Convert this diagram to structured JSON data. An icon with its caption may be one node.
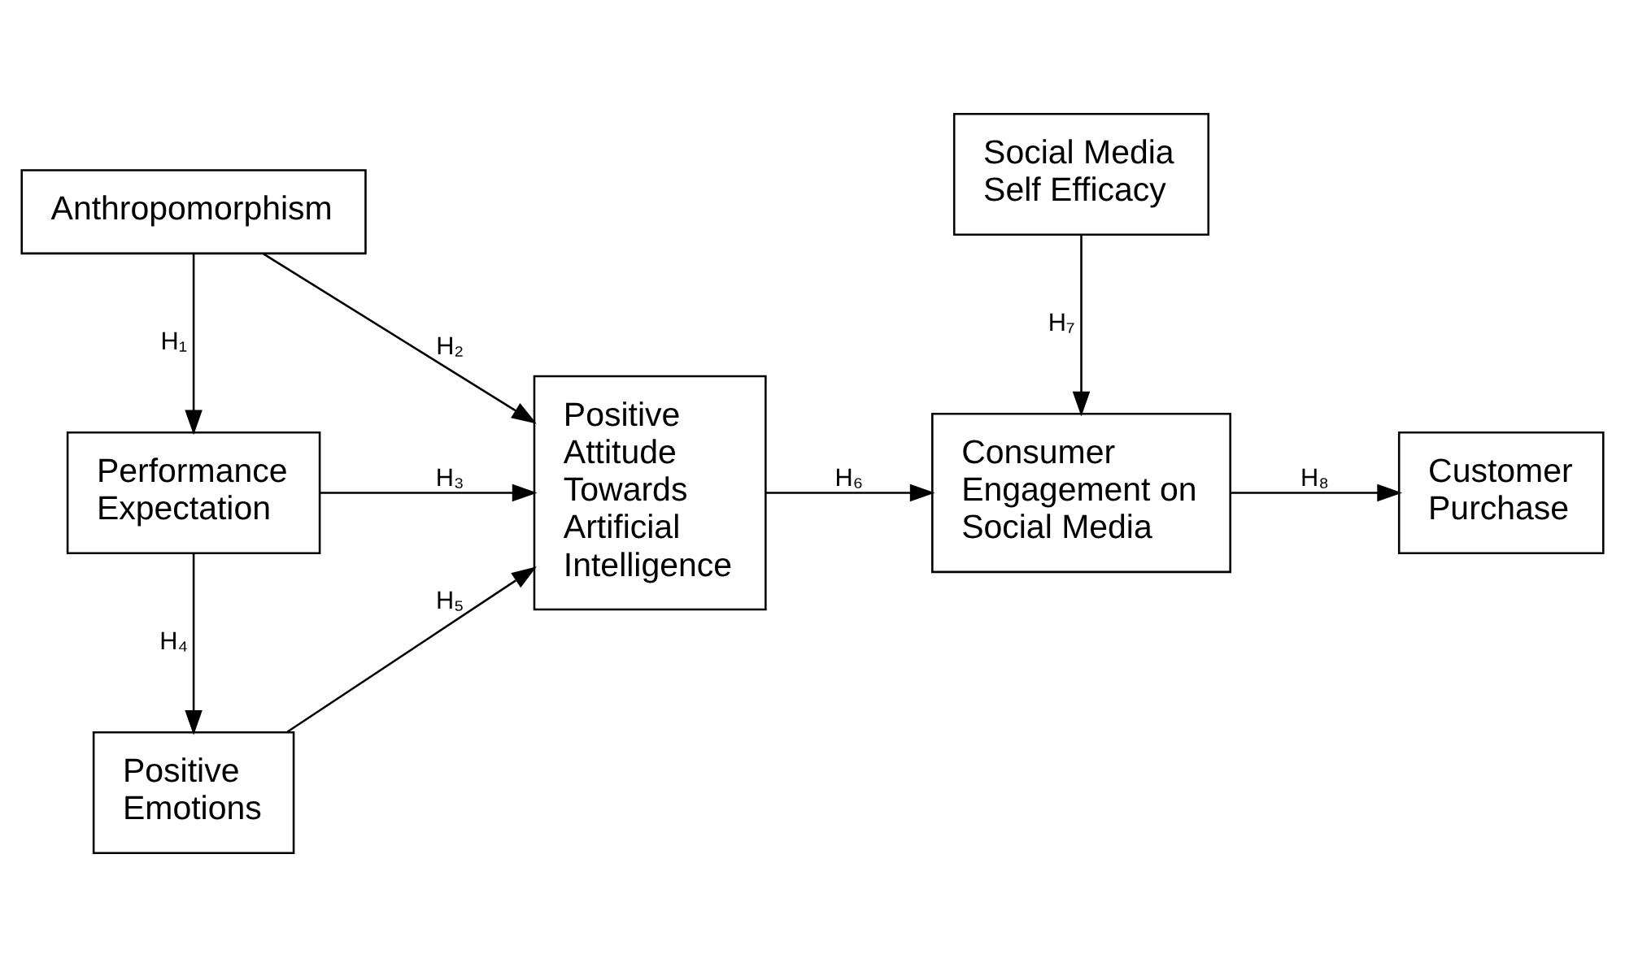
{
  "diagram": {
    "nodes": [
      {
        "text": [
          "Anthropomorphism"
        ]
      },
      {
        "text": [
          "Performance Expectation"
        ]
      },
      {
        "text": [
          "Positive Emotions"
        ]
      },
      {
        "text": [
          "Positive Attitude Towards Artificial Intelligence"
        ]
      },
      {
        "text": [
          "Consumer Engagement on Social Media"
        ]
      },
      {
        "text": [
          "Customer Purchase"
        ]
      },
      {
        "text": [
          "Social Media Self Efficacy"
        ]
      }
    ],
    "edges": [
      {
        "from": 0,
        "to": 1,
        "arrow": "to",
        "label": "H₁"
      },
      {
        "from": 0,
        "to": 3,
        "arrow": "to",
        "label": "H₂"
      },
      {
        "from": 1,
        "to": 3,
        "arrow": "to",
        "label": "H₃"
      },
      {
        "from": 1,
        "to": 2,
        "arrow": "to",
        "label": "H₄"
      },
      {
        "from": 2,
        "to": 3,
        "arrow": "to",
        "label": "H₅"
      },
      {
        "from": 3,
        "to": 4,
        "arrow": "to",
        "label": "H₆"
      },
      {
        "from": 6,
        "to": 4,
        "arrow": "to",
        "label": "H₇"
      },
      {
        "from": 4,
        "to": 5,
        "arrow": "to",
        "label": "H₈"
      }
    ]
  }
}
